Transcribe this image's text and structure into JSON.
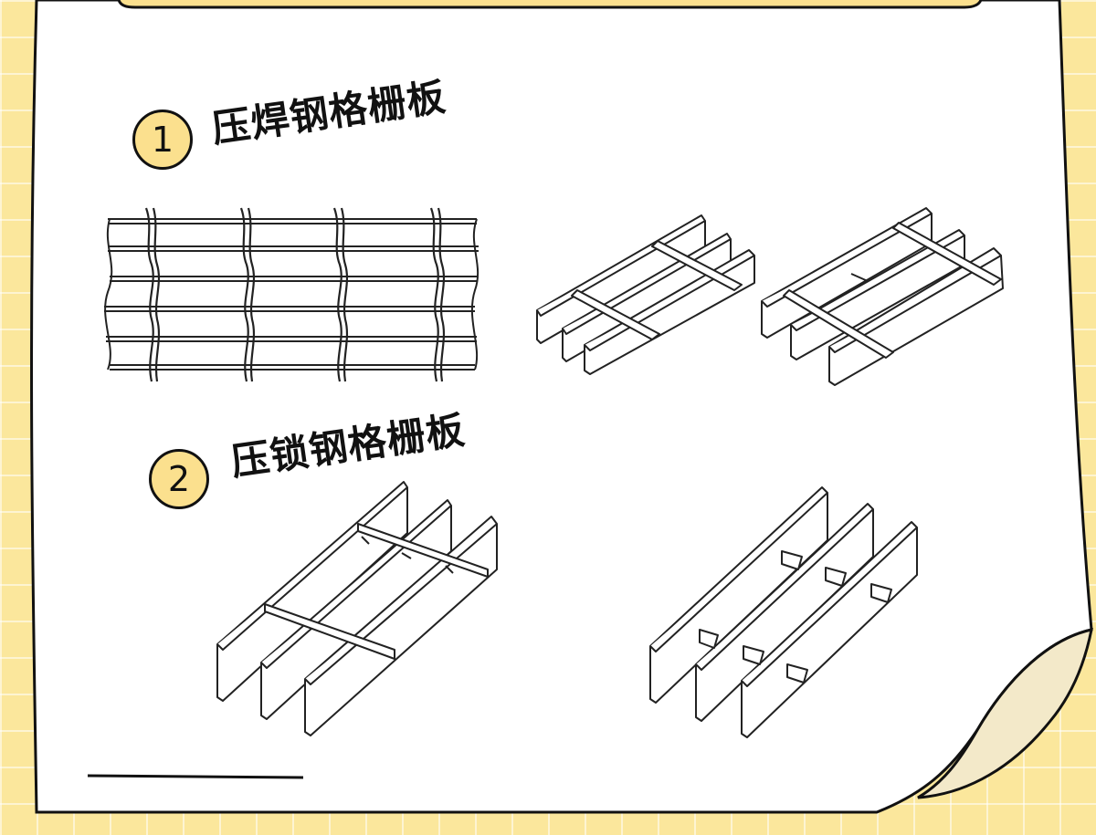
{
  "sections": [
    {
      "number": "1",
      "title": "压焊钢格栅板"
    },
    {
      "number": "2",
      "title": "压锁钢格栅板"
    }
  ],
  "colors": {
    "background": "#fbe79c",
    "paper": "#ffffff",
    "badge": "#fbe08e",
    "ink": "#111111",
    "paper_curl": "#f3e9c9"
  }
}
